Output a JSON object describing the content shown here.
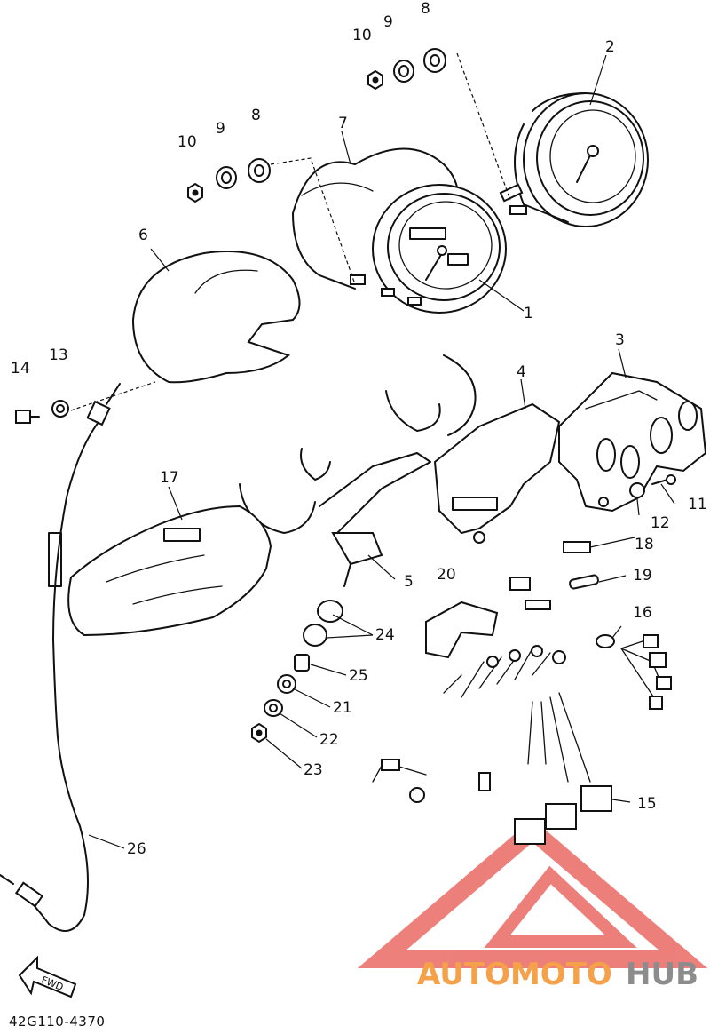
{
  "diagram": {
    "part_code": "42G110-4370",
    "fwd_label": "FWD",
    "callouts": [
      "1",
      "2",
      "3",
      "4",
      "5",
      "6",
      "7",
      "8",
      "9",
      "10",
      "11",
      "12",
      "13",
      "14",
      "15",
      "16",
      "17",
      "18",
      "19",
      "20",
      "21",
      "22",
      "23",
      "24",
      "25",
      "26"
    ],
    "callouts_repeat": [
      "8",
      "9",
      "10"
    ]
  },
  "watermark": {
    "text_part1": "AUTOMOTO",
    "text_part2": "HUB",
    "colors": {
      "logo": "#e8554f",
      "text_orange": "#f4a14a",
      "text_gray": "#8c8c8c"
    }
  }
}
